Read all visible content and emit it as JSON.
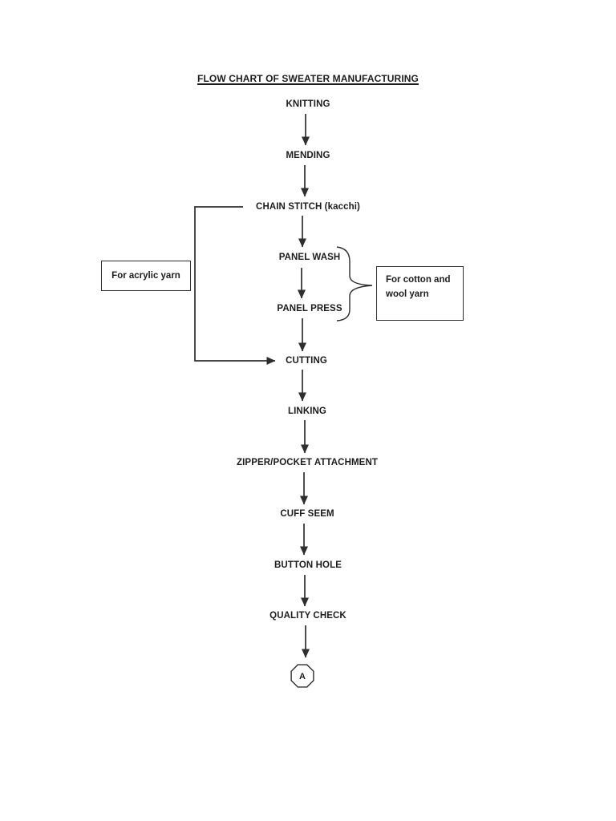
{
  "document": {
    "title": "FLOW CHART OF SWEATER MANUFACTURING"
  },
  "flowchart": {
    "nodes": [
      {
        "label": "KNITTING"
      },
      {
        "label": "MENDING"
      },
      {
        "label": "CHAIN STITCH (kacchi)"
      },
      {
        "label": "PANEL WASH"
      },
      {
        "label": "PANEL PRESS"
      },
      {
        "label": "CUTTING"
      },
      {
        "label": "LINKING"
      },
      {
        "label": "ZIPPER/POCKET ATTACHMENT"
      },
      {
        "label": "CUFF SEEM"
      },
      {
        "label": "BUTTON HOLE"
      },
      {
        "label": "QUALITY CHECK"
      }
    ],
    "terminator_label": "A",
    "annotations": {
      "acrylic": {
        "text": "For acrylic yarn"
      },
      "cotton_wool": {
        "line1": "For cotton and",
        "line2": "wool yarn"
      }
    },
    "colors": {
      "ink": "#2e2e2e",
      "text": "#1c1c1c",
      "background": "#ffffff"
    }
  }
}
